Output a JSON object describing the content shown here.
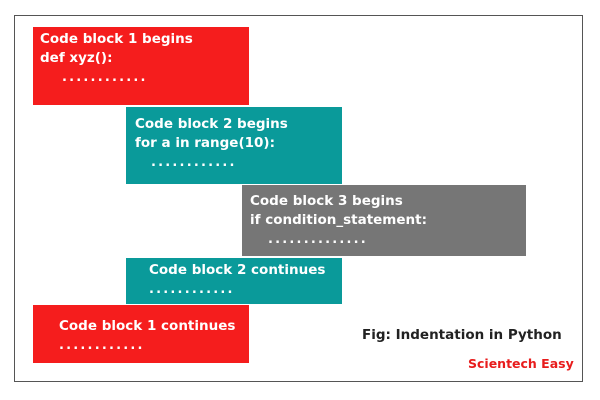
{
  "colors": {
    "block1": "#f51d1d",
    "block2": "#0a9a9a",
    "block3": "#767676",
    "credit": "#e81c1c"
  },
  "blocks": {
    "block1_begin": {
      "title": "Code block 1 begins",
      "code": "def xyz():",
      "dots": "............"
    },
    "block2_begin": {
      "title": "Code block 2 begins",
      "code": "for a in range(10):",
      "dots": "............"
    },
    "block3_begin": {
      "title": "Code block 3 begins",
      "code": "if condition_statement:",
      "dots": ".............."
    },
    "block2_continue": {
      "title": "Code block 2 continues",
      "dots": "............"
    },
    "block1_continue": {
      "title": "Code block 1 continues",
      "dots": "............"
    }
  },
  "caption": "Fig: Indentation in Python",
  "credit": "Scientech Easy"
}
